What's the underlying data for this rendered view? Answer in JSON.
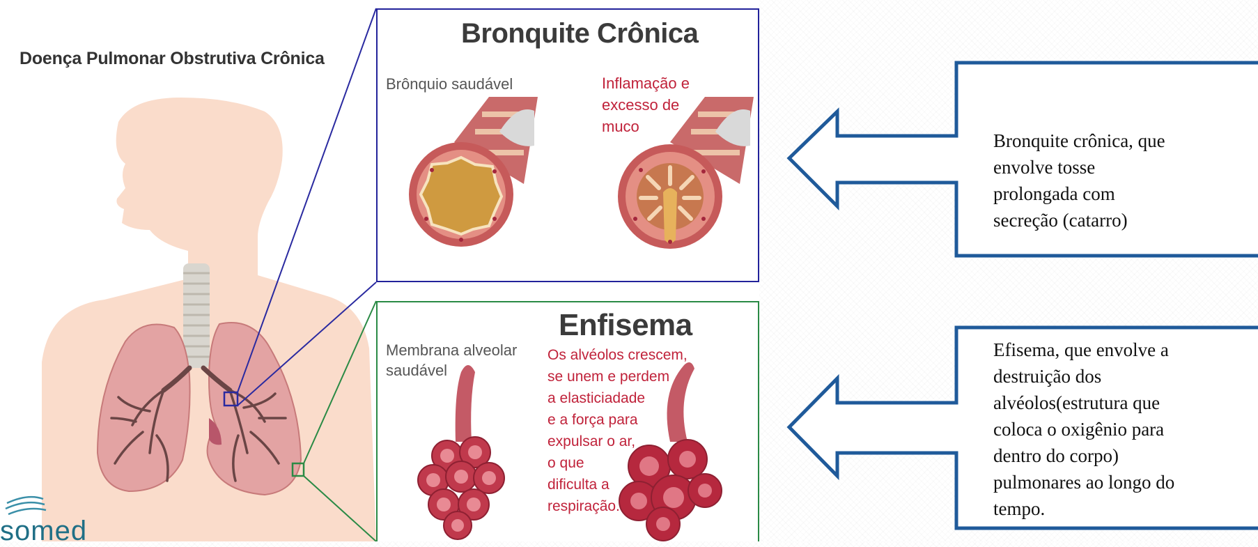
{
  "main_title": "Doença Pulmonar Obstrutiva Crônica",
  "brand": "somed",
  "bronquite": {
    "title": "Bronquite Crônica",
    "healthy_label": "Brônquio saudável",
    "inflamed_label": [
      "Inflamação e",
      "excesso de",
      "muco"
    ]
  },
  "enfisema": {
    "title": "Enfisema",
    "healthy_label": [
      "Membrana alveolar",
      "saudável"
    ],
    "damage_label": [
      "Os alvéolos crescem,",
      "se unem e perdem",
      "a elasticiadade",
      "e a força para",
      "expulsar o ar,",
      "o que",
      "dificulta a",
      "respiração."
    ]
  },
  "callouts": [
    {
      "lines": [
        "Bronquite crônica, que",
        "envolve tosse",
        "prolongada com",
        "secreção (catarro)"
      ]
    },
    {
      "lines": [
        "Efisema, que envolve a",
        "destruição dos",
        "alvéolos(estrutura que",
        "coloca o oxigênio para",
        "dentro do corpo)",
        "pulmonares ao longo do",
        "tempo."
      ]
    }
  ],
  "colors": {
    "callout_border": "#1f5a9a",
    "bronquite_border": "#22229a",
    "enfisema_border": "#2a8a45",
    "label_red": "#c0223a",
    "skin": "#fadccb"
  },
  "icons": [
    "body-silhouette-illustration",
    "lungs-illustration",
    "bronchus-cross-section",
    "alveoli-cluster",
    "leftward-arrow"
  ]
}
